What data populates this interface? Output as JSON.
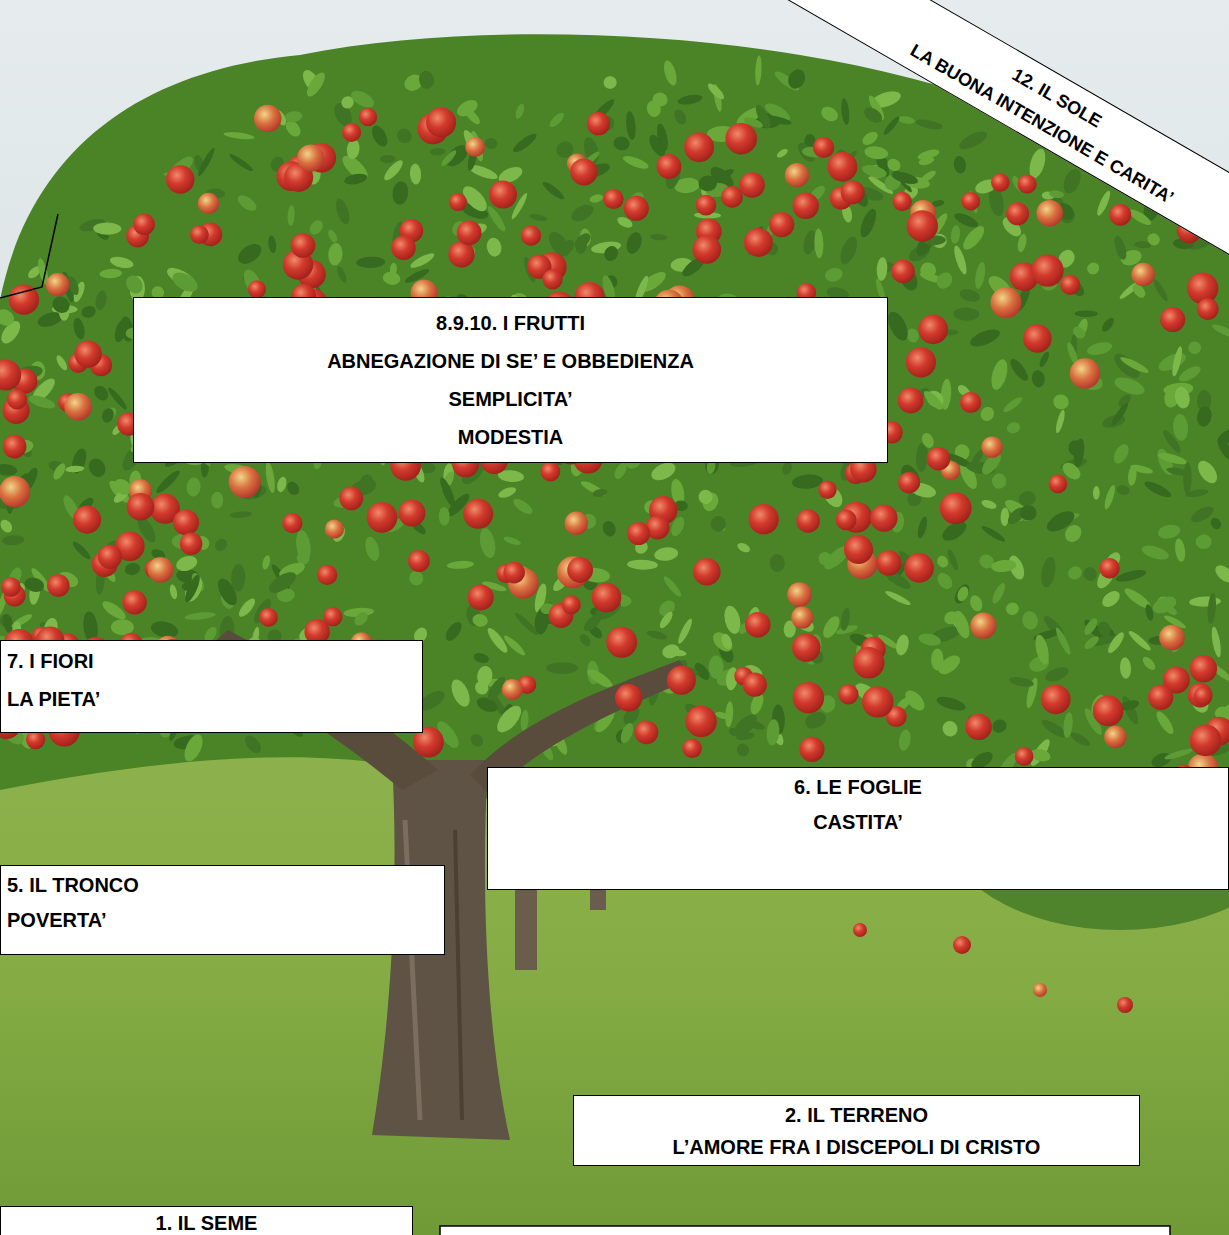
{
  "diagram": {
    "nodes": [
      {
        "text": [
          "12. IL SOLE",
          "LA BUONA INTENZIONE E CARITA’"
        ]
      },
      {
        "text": [
          "8.9.10. I FRUTTI",
          "ABNEGAZIONE DI SE’ E OBBEDIENZA",
          "SEMPLICITA’",
          "MODESTIA"
        ]
      },
      {
        "text": [
          "7. I FIORI",
          "LA PIETA’"
        ]
      },
      {
        "text": [
          "6. LE FOGLIE",
          "CASTITA’"
        ]
      },
      {
        "text": [
          "5. IL TRONCO",
          "POVERTA’"
        ]
      },
      {
        "text": [
          "2. IL TERRENO",
          "L’AMORE FRA I DISCEPOLI DI CRISTO"
        ]
      },
      {
        "text": [
          "1. IL SEME"
        ]
      }
    ]
  }
}
